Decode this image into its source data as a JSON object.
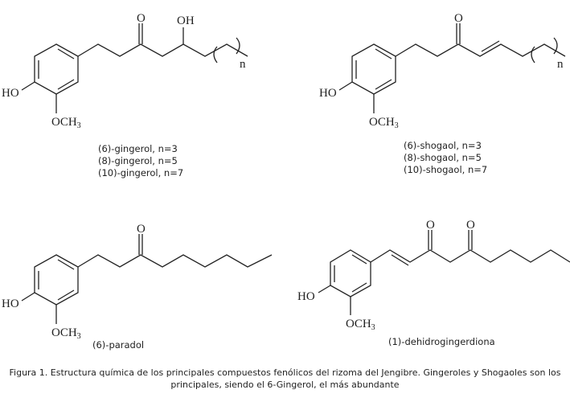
{
  "atoms": {
    "ho": "HO",
    "och3": "OCH",
    "three": "3",
    "o": "O",
    "oh": "OH",
    "n": "n"
  },
  "compounds": [
    {
      "name": "gingerol",
      "labels": [
        "(6)-gingerol, n=3",
        "(8)-gingerol, n=5",
        "(10)-gingerol, n=7"
      ]
    },
    {
      "name": "shogaol",
      "labels": [
        "(6)-shogaol, n=3",
        "(8)-shogaol, n=5",
        "(10)-shogaol, n=7"
      ]
    },
    {
      "name": "paradol",
      "labels": [
        "(6)-paradol"
      ]
    },
    {
      "name": "dehidrogingerdiona",
      "labels": [
        "(1)-dehidrogingerdiona"
      ]
    }
  ],
  "caption": {
    "line1": "Figura 1. Estructura química de los principales compuestos fenólicos del rizoma del Jengibre. Gingeroles y Shogaoles son los",
    "line2": "principales, siendo el 6-Gingerol, el más abundante"
  }
}
